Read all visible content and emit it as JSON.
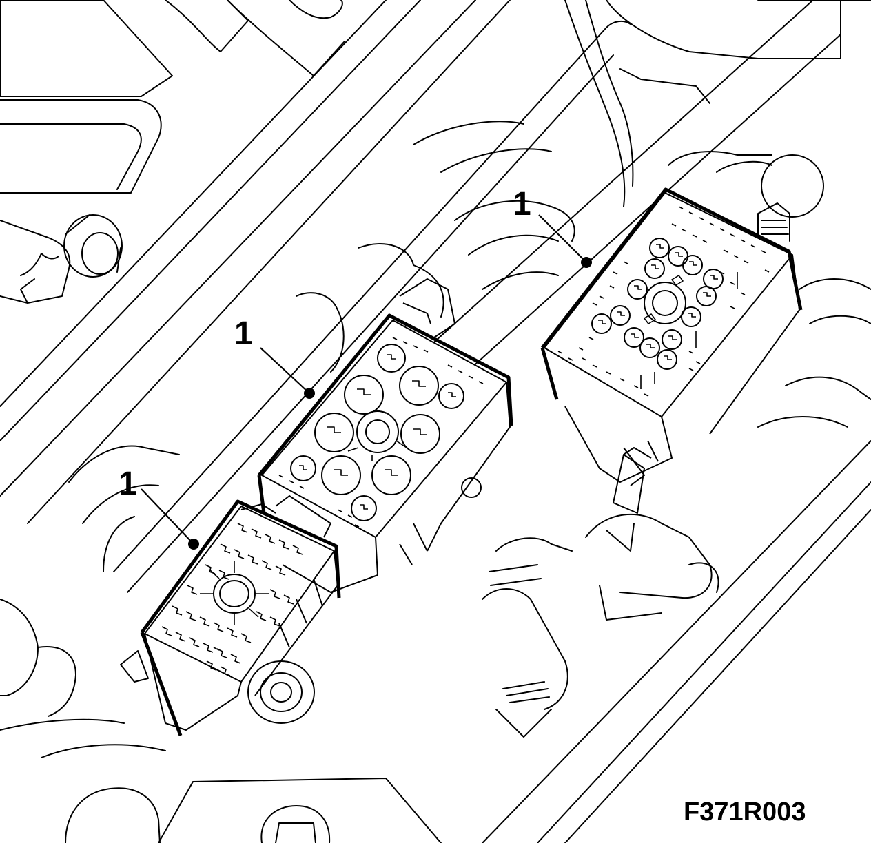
{
  "diagram": {
    "figure_id": "F371R003",
    "line_color": "#000000",
    "background_color": "#ffffff",
    "callouts": [
      {
        "label": "1"
      },
      {
        "label": "1"
      },
      {
        "label": "1"
      }
    ]
  }
}
